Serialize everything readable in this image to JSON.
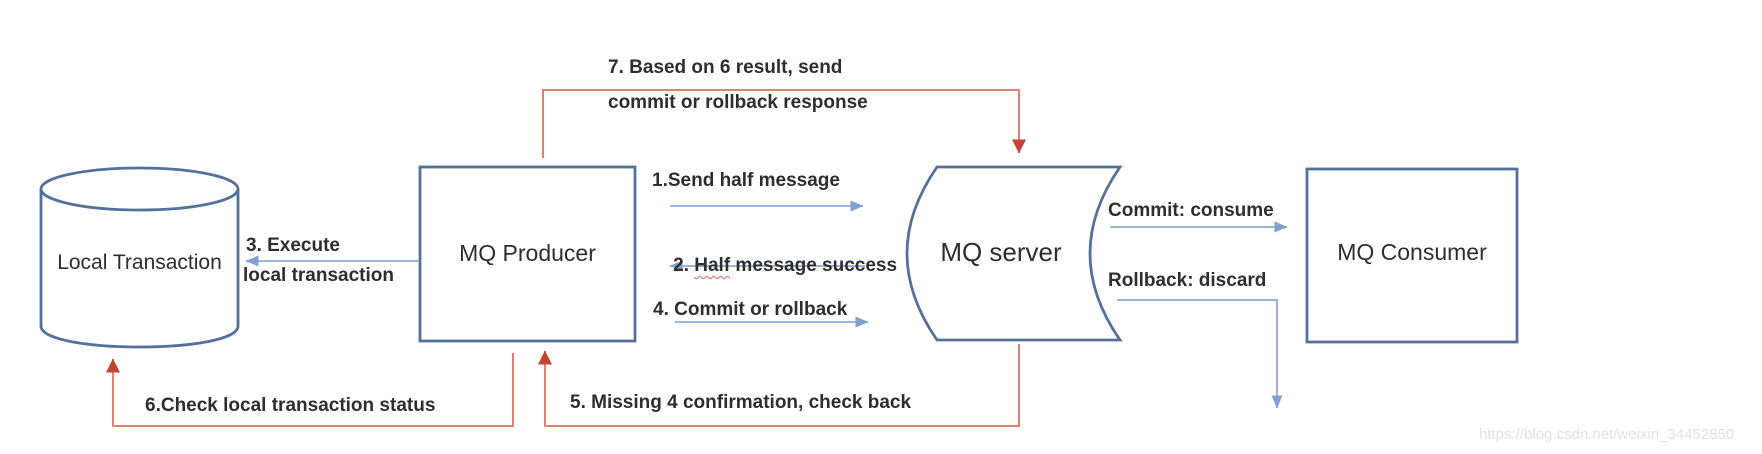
{
  "nodes": {
    "local_transaction": "Local Transaction",
    "mq_producer": "MQ Producer",
    "mq_server": "MQ server",
    "mq_consumer": "MQ Consumer"
  },
  "flows": {
    "f1": "1.Send half message",
    "f2_prefix": "2. ",
    "f2_word": "Half",
    "f2_suffix": " message success",
    "f3_line1": "3. Execute",
    "f3_line2": "local transaction",
    "f4": "4. Commit or rollback",
    "f5": "5. Missing 4 confirmation, check back",
    "f6": "6.Check local transaction status",
    "f7_line1": "7. Based on 6 result, send",
    "f7_line2": "commit or rollback response",
    "commit": "Commit: consume",
    "rollback": "Rollback: discard"
  },
  "watermark": "https://blog.csdn.net/weixin_34452850",
  "colors": {
    "shape_border": "#54719C",
    "blue_line": "#9BB5DC",
    "blue_head": "#7FA1D2",
    "red_line": "#E57E72",
    "red_head": "#BF4432",
    "text": "#2E2E2E",
    "watermark": "#E2E2E2"
  }
}
